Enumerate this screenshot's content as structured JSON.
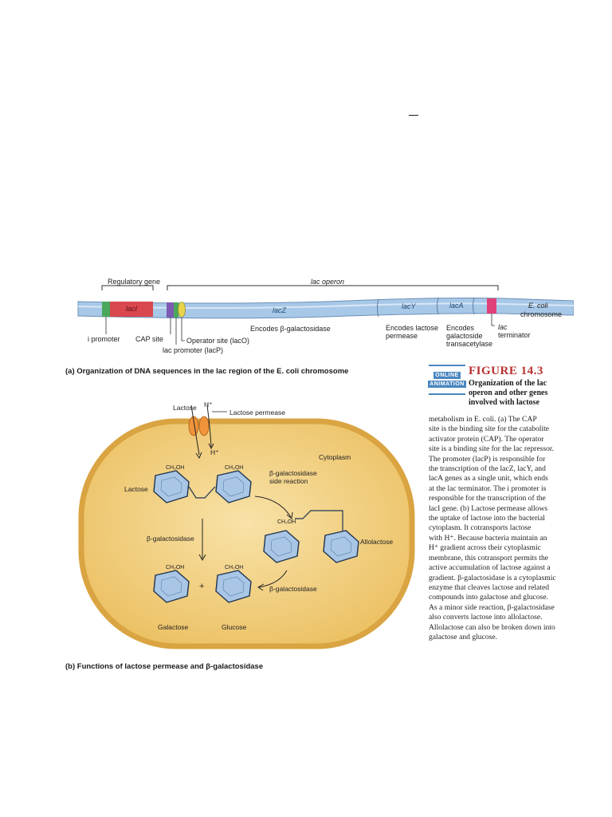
{
  "panel_a": {
    "regulatory_gene": "Regulatory gene",
    "lac_operon": "lac operon",
    "lacI": "lacI",
    "lacZ": "lacZ",
    "lacY": "lacY",
    "lacA": "lacA",
    "chromosome": [
      "E. coli",
      "chromosome"
    ],
    "i_promoter": "i promoter",
    "cap_site": "CAP site",
    "operator_site": "Operator site (lacO)",
    "lac_promoter": "lac promoter (lacP)",
    "encodes_bgal": "Encodes β-galactosidase",
    "encodes_permease": [
      "Encodes lactose",
      "permease"
    ],
    "encodes_transacetylase": [
      "Encodes",
      "galactoside",
      "transacetylase"
    ],
    "terminator": [
      "lac",
      "terminator"
    ],
    "caption": "(a) Organization of DNA sequences in the lac region of the E. coli chromosome",
    "colors": {
      "lacI": "#d9474f",
      "cap": "#7d5bb3",
      "operator": "#e6d54a",
      "promoter": "#49a85c",
      "gene": "#a8c8e8",
      "terminator": "#e0407a",
      "dna_outline": "#6b8fb5"
    }
  },
  "panel_b": {
    "lactose_top": "Lactose",
    "h_plus_top": "H⁺",
    "lactose_permease": "Lactose permease",
    "h_plus_in": "H⁺",
    "cytoplasm": "Cytoplasm",
    "lactose": "Lactose",
    "side_reaction": [
      "β-galactosidase",
      "side reaction"
    ],
    "bgal_left": "β-galactosidase",
    "allolactose": "Allolactose",
    "bgal_right": "β-galactosidase",
    "plus": "+",
    "galactose": "Galactose",
    "glucose": "Glucose",
    "ch2oh": "CH₂OH",
    "caption": "(b) Functions of lactose permease and β-galactosidase",
    "colors": {
      "cell_fill": "#f3d38a",
      "cell_edge": "#d9a441",
      "sugar": "#a9c6e6",
      "permease": "#f0943a"
    }
  },
  "legend": {
    "badge": [
      "ONLINE",
      "ANIMATION"
    ],
    "figure_number": "FIGURE 14.3",
    "title": "Organization of the lac operon and other genes involved with lactose",
    "body_lines": [
      "metabolism in E. coli. (a) The CAP",
      "site is the binding site for the catabolite",
      "activator protein (CAP). The operator",
      "site is a binding site for the lac repressor.",
      "The promoter (lacP) is responsible for",
      "the transcription of the lacZ, lacY, and",
      "lacA genes as a single unit, which ends",
      "at the lac terminator. The i promoter is",
      "responsible for the transcription of the",
      "lacI gene. (b) Lactose permease allows",
      "the uptake of lactose into the bacterial",
      "cytoplasm. It cotransports lactose",
      "with H⁺. Because bacteria maintain an",
      "H⁺ gradient across their cytoplasmic",
      "membrane, this cotransport permits the",
      "active accumulation of lactose against a",
      "gradient. β-galactosidase is a cytoplasmic",
      "enzyme that cleaves lactose and related",
      "compounds into galactose and glucose.",
      "As a minor side reaction, β-galactosidase",
      "also converts lactose into allolactose.",
      "Allolactose can also be broken down into",
      "galactose and glucose."
    ]
  }
}
